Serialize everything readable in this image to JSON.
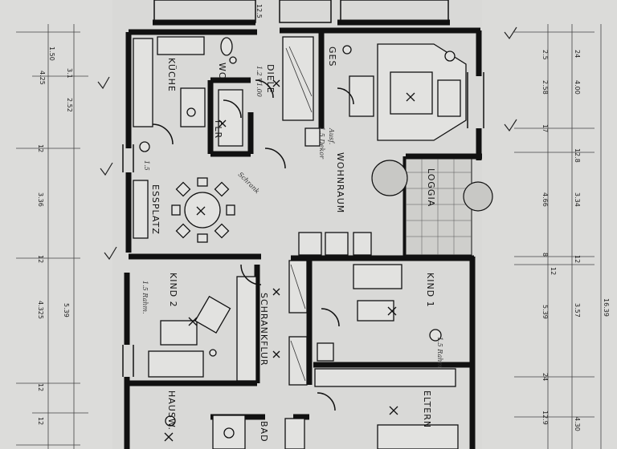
{
  "rooms": {
    "kueche": "KÜCHE",
    "wc": "WC",
    "diele": "DIELE",
    "flur": "FLR",
    "garderobe": "GES",
    "wohnraum": "WOHNRAUM",
    "loggia": "LOGGIA",
    "essplatz": "ESSPLATZ",
    "kind2": "KIND 2",
    "kind1": "KIND 1",
    "schrankflur": "SCHRANKFLUR",
    "hausw": "HAUSW.",
    "eltern": "ELTERN",
    "bad": "BAD"
  },
  "dimensions": {
    "left": [
      "1.50",
      "4.25",
      "12",
      "3.36",
      "12",
      "4.325",
      "5.39",
      "12",
      "12"
    ],
    "right_col1": [
      "2.5",
      "2.58",
      "17",
      "4.66",
      "8",
      "12",
      "5.39",
      "24",
      "12.9"
    ],
    "right_col2": [
      "24",
      "4.00",
      "12.8",
      "3.34",
      "12",
      "3.57",
      "4.30"
    ],
    "right_col3": [
      "16.39"
    ],
    "left_small": [
      "3.1",
      "2.52"
    ],
    "top": [
      "12.5"
    ]
  },
  "notes": {
    "diele_note": "1.2 V1.00",
    "wohn_note": "1.5 Dekor",
    "wohn_note2": "Ausf.",
    "kind2_note": "1.5 Rahm.",
    "kind1_note": "1.5 Rahm.",
    "ess_note": "1.5",
    "schrank_note": "Schrank"
  },
  "colors": {
    "paper": "#d9d9d7",
    "ink": "#111111"
  }
}
